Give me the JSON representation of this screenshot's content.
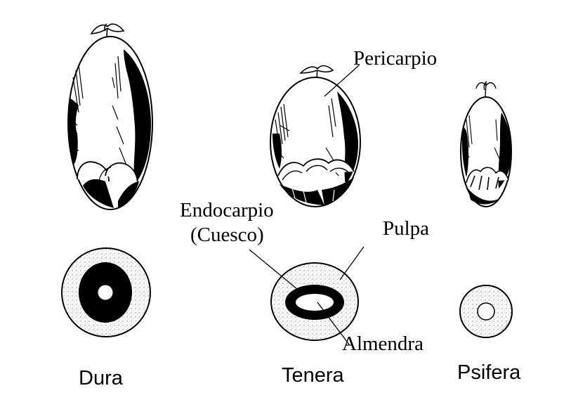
{
  "labels": {
    "pericarpio": "Pericarpio",
    "endocarpio": "Endocarpio",
    "cuesco": "(Cuesco)",
    "pulpa": "Pulpa",
    "almendra": "Almendra"
  },
  "varieties": [
    {
      "name": "Dura"
    },
    {
      "name": "Tenera"
    },
    {
      "name": "Psifera"
    }
  ],
  "colors": {
    "ink": "#000000",
    "pulp_fill": "#e9e9e9",
    "background": "#ffffff"
  }
}
